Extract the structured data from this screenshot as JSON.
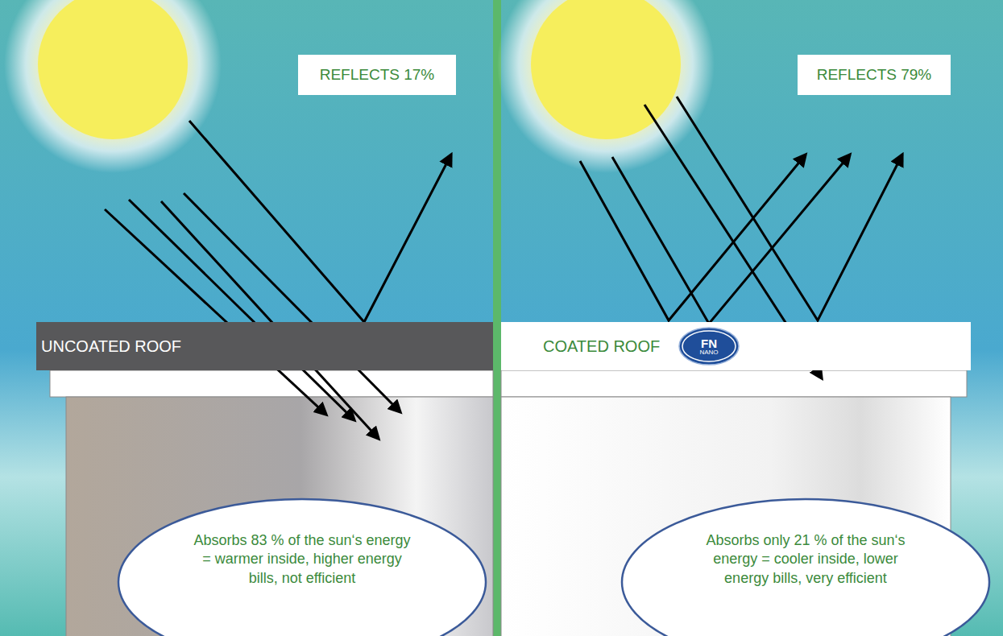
{
  "diagram": {
    "nodes": [
      {
        "text": [
          "REFLECTS 17%"
        ]
      },
      {
        "text": [
          "REFLECTS 79%"
        ]
      },
      {
        "text": [
          "UNCOATED ROOF"
        ]
      },
      {
        "text": [
          "COATED ROOF"
        ]
      },
      {
        "text": [
          "FN",
          "NANO"
        ],
        "in": 3
      },
      {
        "text": [
          "Absorbs 83 % of the sun‘s energy = warmer inside, higher energy bills, not efficient"
        ]
      },
      {
        "text": [
          "Absorbs only 21 % of the sun‘s energy = cooler inside, lower energy bills, very efficient"
        ]
      }
    ]
  }
}
